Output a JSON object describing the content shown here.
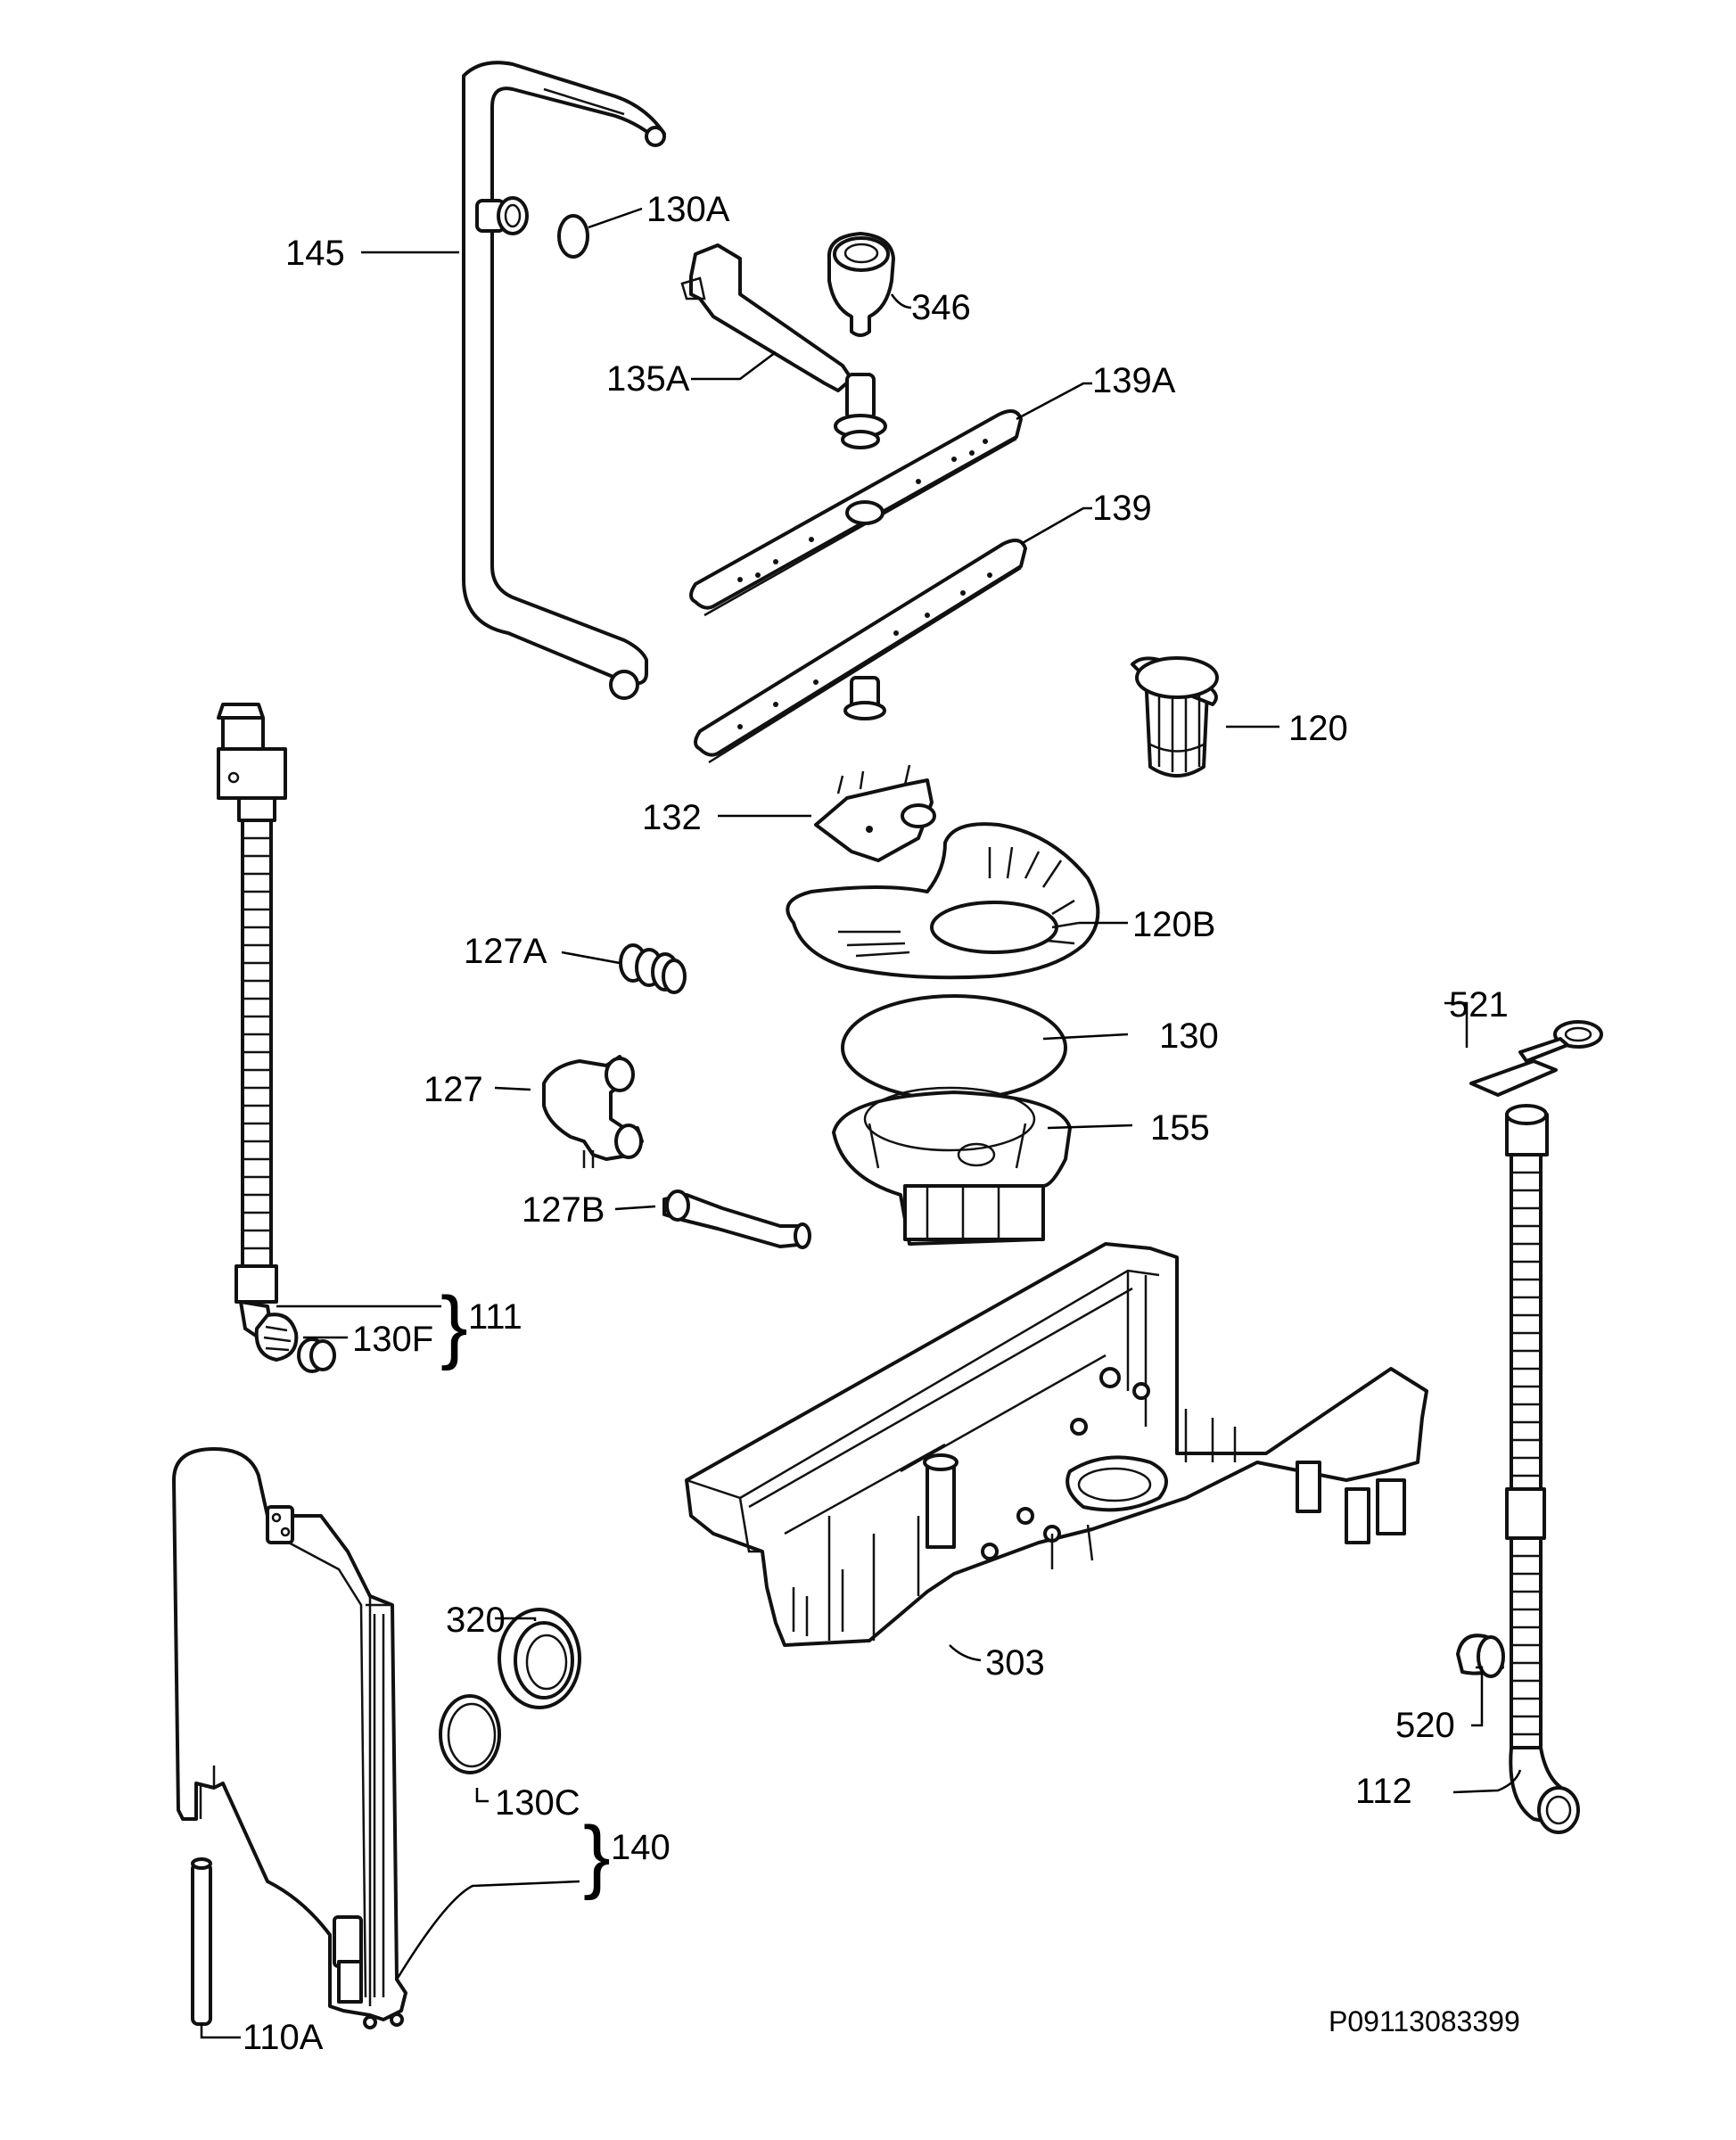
{
  "diagram": {
    "reference_code": "P09113083399",
    "labels": {
      "l145": "145",
      "l130A": "130A",
      "l346": "346",
      "l135A": "135A",
      "l139A": "139A",
      "l139": "139",
      "l120": "120",
      "l132": "132",
      "l120B": "120B",
      "l127A": "127A",
      "l130": "130",
      "l127": "127",
      "l155": "155",
      "l127B": "127B",
      "l521": "521",
      "l130F": "130F",
      "l111": "111",
      "l303": "303",
      "l320": "320",
      "l520": "520",
      "l112": "112",
      "l130C": "130C",
      "l140": "140",
      "l110A": "110A"
    },
    "brace_glyph": "}"
  }
}
